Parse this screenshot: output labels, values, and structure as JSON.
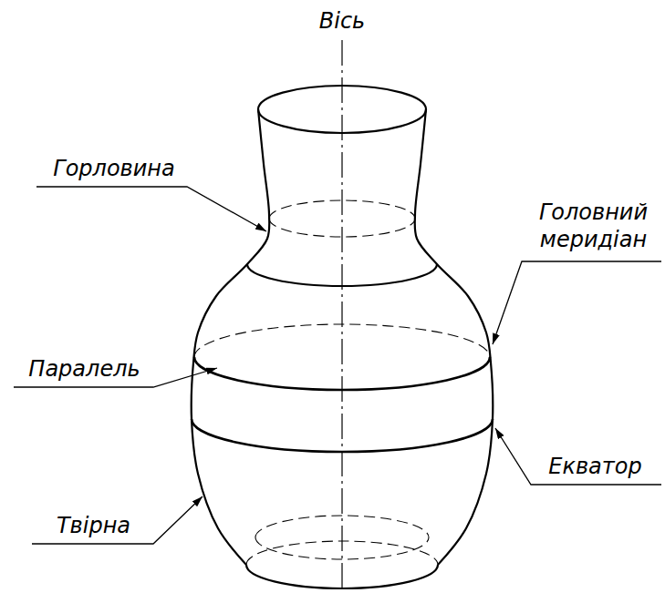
{
  "diagram": {
    "labels": [
      "Вісь",
      "Горловина",
      "Головний меридіан",
      "Паралель",
      "Екватор",
      "Твірна"
    ]
  }
}
